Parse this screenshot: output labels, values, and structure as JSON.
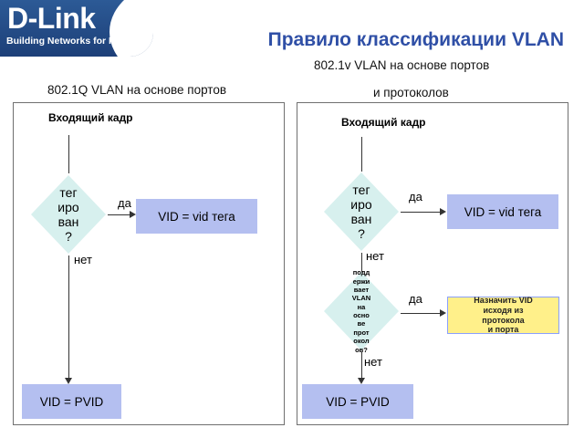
{
  "logo": {
    "name": "D-Link",
    "tagline": "Building Networks for People"
  },
  "title": "Правило классификации VLAN",
  "left": {
    "subtitle": "802.1Q VLAN на основе портов",
    "input_label": "Входящий кадр",
    "decision": "тег\nиро\nван\n?",
    "yes": "да",
    "no": "нет",
    "result_yes": "VID = vid тега",
    "result_no": "VID = PVID"
  },
  "right": {
    "subtitle_line1": "802.1v VLAN на основе портов",
    "subtitle_line2": "и протоколов",
    "input_label": "Входящий кадр",
    "decision1": "тег\nиро\nван\n?",
    "yes1": "да",
    "no1": "нет",
    "result1": "VID = vid тега",
    "decision2": "подд\nержи\nвает\nVLAN\nна\nосно\nве\nпрот\nокол\nов?",
    "yes2": "да",
    "no2": "нет",
    "result2": "Назначить VID\nисходя из\nпротокола\nи порта",
    "result_no": "VID = PVID"
  },
  "colors": {
    "title": "#2f4fa6",
    "box_blue": "#b4bff0",
    "box_yellow": "#fff08a",
    "diamond": "#d7f0ee"
  }
}
